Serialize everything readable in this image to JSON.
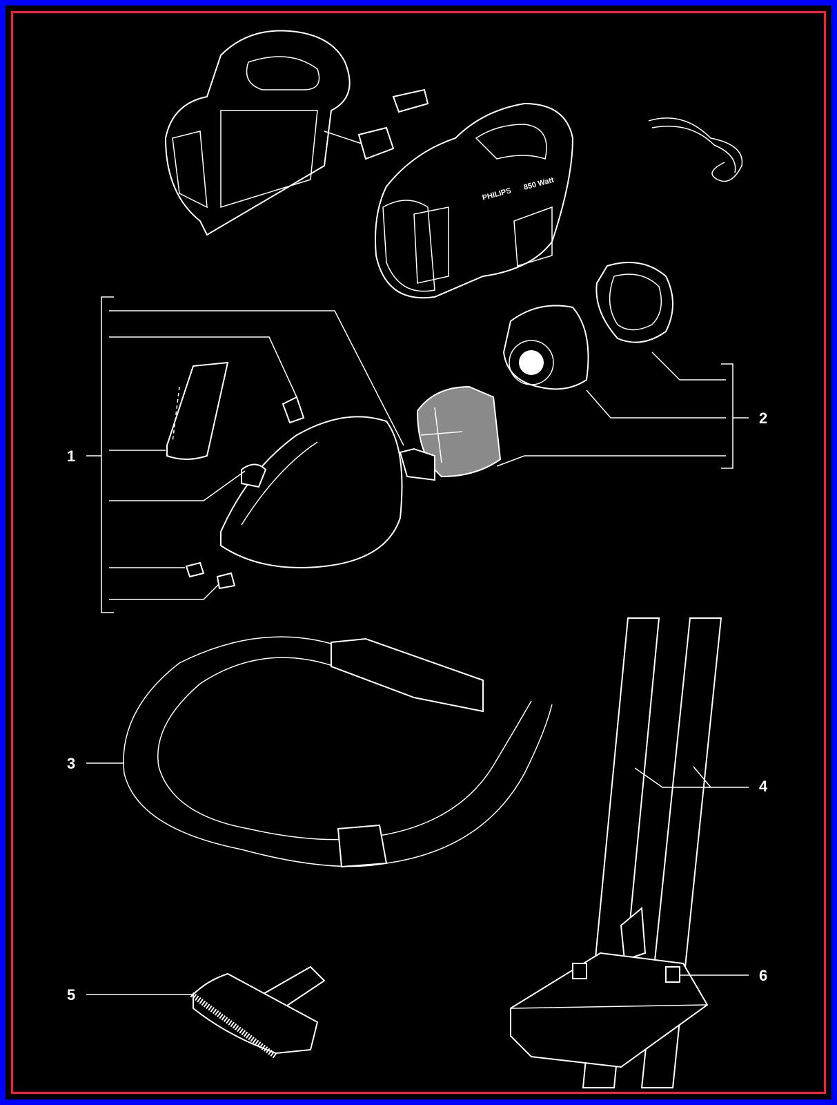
{
  "diagram": {
    "callouts": [
      {
        "id": "1",
        "label": "1"
      },
      {
        "id": "2",
        "label": "2"
      },
      {
        "id": "3",
        "label": "3"
      },
      {
        "id": "4",
        "label": "4"
      },
      {
        "id": "5",
        "label": "5"
      },
      {
        "id": "6",
        "label": "6"
      }
    ],
    "product_brand": "PHILIPS",
    "product_power": "850 Watt",
    "colors": {
      "outer_border": "#0000ff",
      "inner_border": "#ff1a3c",
      "background": "#000000",
      "line": "#ffffff"
    }
  }
}
